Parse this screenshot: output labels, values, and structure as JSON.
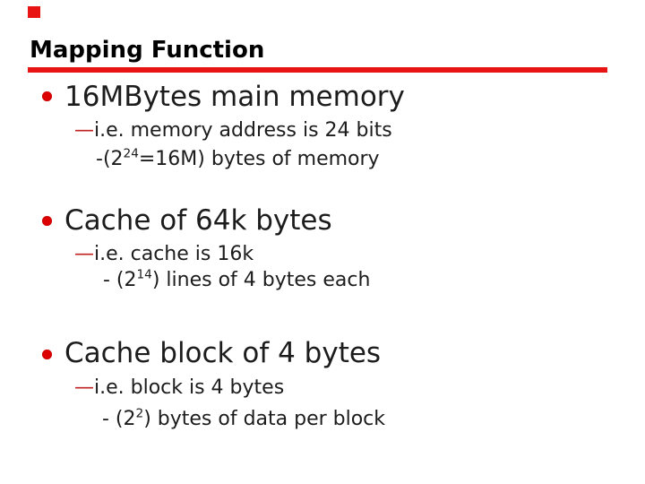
{
  "slide": {
    "title": "Mapping Function",
    "bullets": [
      {
        "heading": "16MBytes main memory",
        "sub1": {
          "dash": "—",
          "text": "i.e. memory address is 24 bits"
        },
        "sub2": {
          "pre": "-(2",
          "sup": "24",
          "post": "=16M) bytes of memory"
        }
      },
      {
        "heading": "Cache of 64k bytes",
        "sub1": {
          "dash": "—",
          "text": "i.e. cache is 16k"
        },
        "sub2": {
          "pre": "- (2",
          "sup": "14",
          "post": ") lines of 4 bytes each"
        }
      },
      {
        "heading": "Cache block of 4 bytes",
        "sub1": {
          "dash": "—",
          "text": "i.e. block is 4 bytes"
        },
        "sub2": {
          "pre": "- (2",
          "sup": "2",
          "post": ") bytes of data per block"
        }
      }
    ],
    "colors": {
      "accent_red": "#e81414",
      "bullet_red": "#dd0000",
      "dash_red": "#c02020",
      "text": "#1c1c1c",
      "title": "#000000",
      "background": "#ffffff"
    }
  }
}
